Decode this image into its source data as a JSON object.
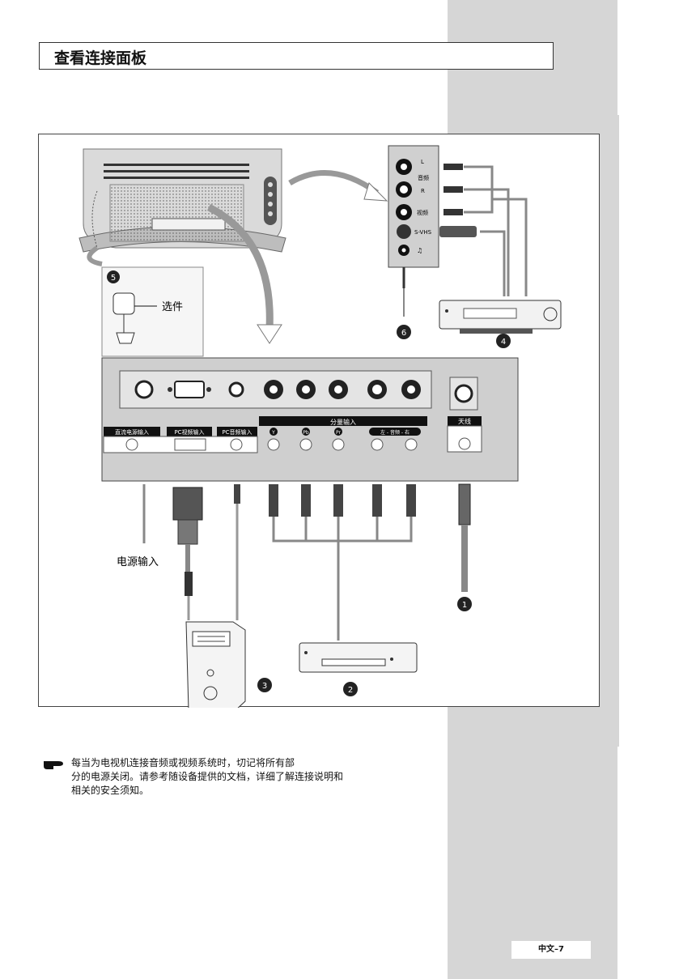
{
  "page_title": "查看连接面板",
  "labels": {
    "optional": "选件",
    "power_in": "电源输入"
  },
  "panel": {
    "dc_power_in": "直流电源输入",
    "pc_video_in": "PC视频输入",
    "pc_audio_in": "PC音频输入",
    "component_in": "分量输入",
    "y": "Y",
    "pb": "Pb",
    "pr": "Pr",
    "lr_audio": "左 - 音频 - 右",
    "antenna": "天线"
  },
  "side_panel": {
    "l_mark": "L",
    "r_mark": "R",
    "audio": "音频",
    "video": "视频",
    "svhs": "S-VHS",
    "headphone_symbol": "♫"
  },
  "callouts": [
    "1",
    "2",
    "3",
    "4",
    "5",
    "6"
  ],
  "note": {
    "lines": [
      "每当为电视机连接音频或视频系统时，切记将所有部",
      "分的电源关闭。请参考随设备提供的文档，详细了解连接说明和",
      "相关的安全须知。"
    ]
  },
  "footer": {
    "page_number": "中文–7"
  },
  "colors": {
    "gray_band": "#d6d6d6",
    "panel_gray": "#cfcfcf",
    "dark": "#1a1a1a"
  }
}
